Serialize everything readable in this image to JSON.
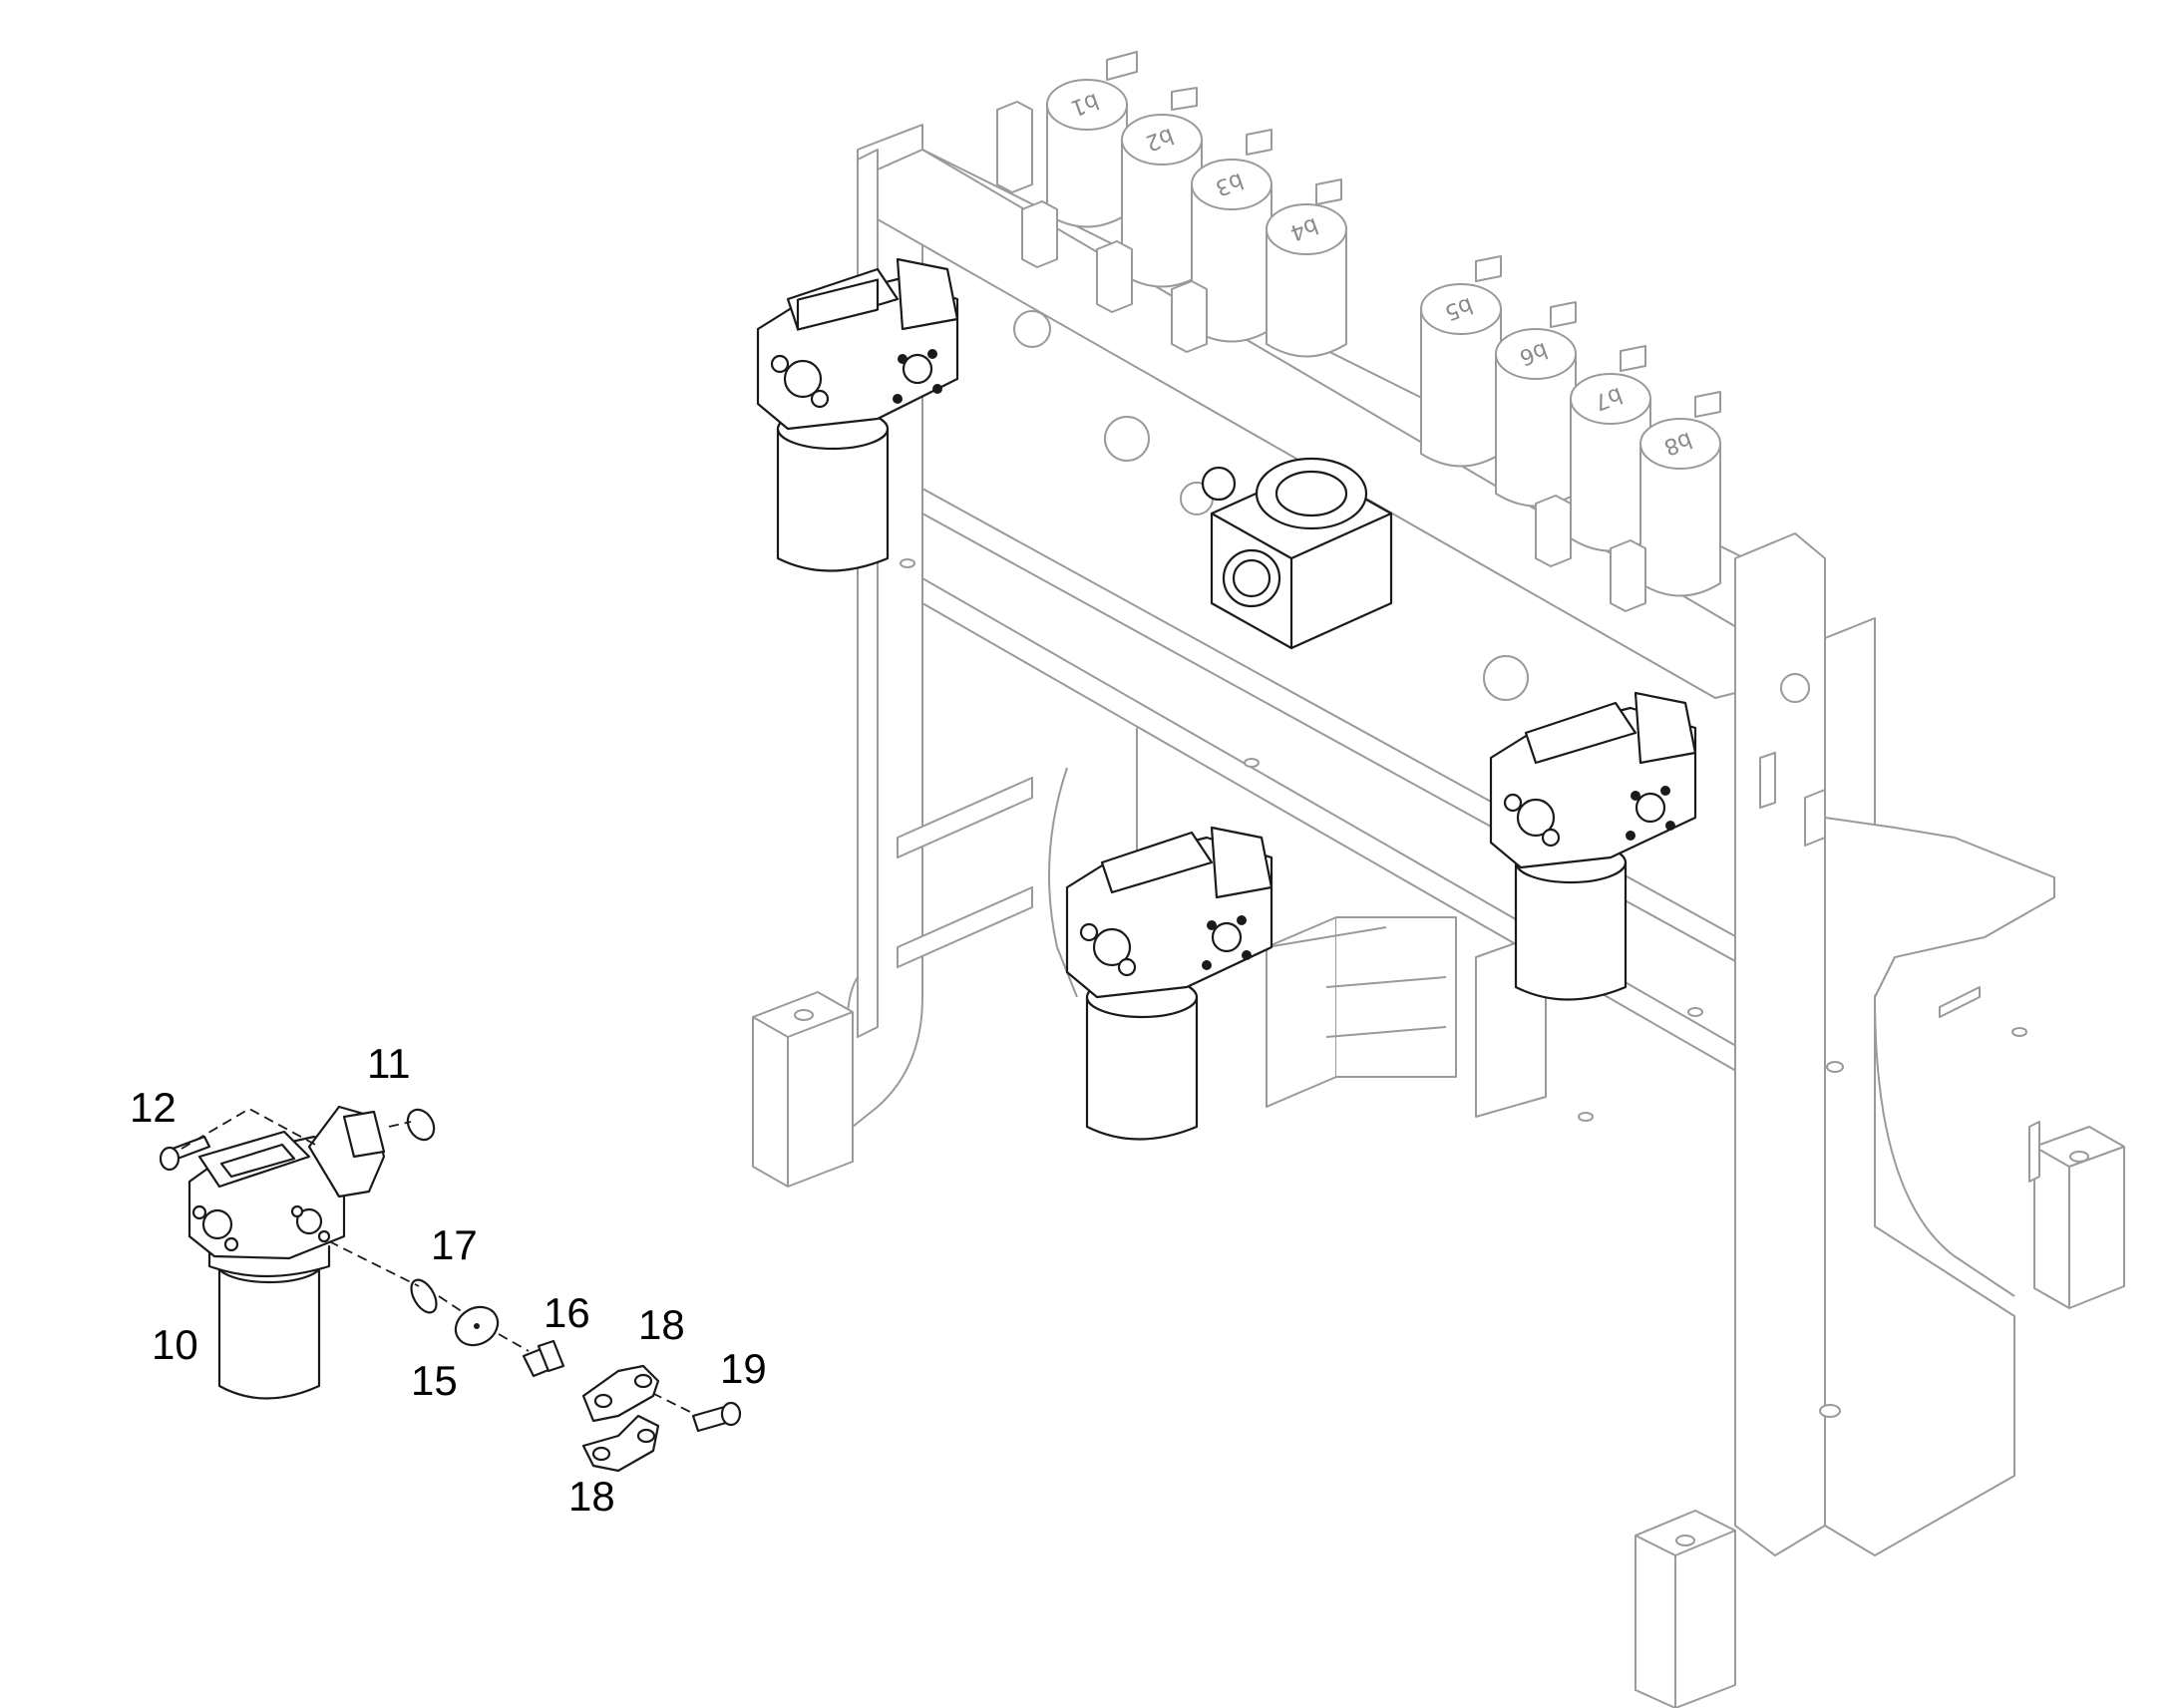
{
  "diagram": {
    "type": "exploded-parts-view",
    "part_labels": [
      {
        "id": "10",
        "text": "10"
      },
      {
        "id": "11",
        "text": "11"
      },
      {
        "id": "12",
        "text": "12"
      },
      {
        "id": "15",
        "text": "15"
      },
      {
        "id": "16",
        "text": "16"
      },
      {
        "id": "17",
        "text": "17"
      },
      {
        "id": "18a",
        "text": "18"
      },
      {
        "id": "18b",
        "text": "18"
      },
      {
        "id": "19",
        "text": "19"
      }
    ],
    "valve_labels": [
      "b1",
      "b2",
      "b3",
      "b4",
      "b5",
      "b6",
      "b7",
      "b8"
    ]
  }
}
